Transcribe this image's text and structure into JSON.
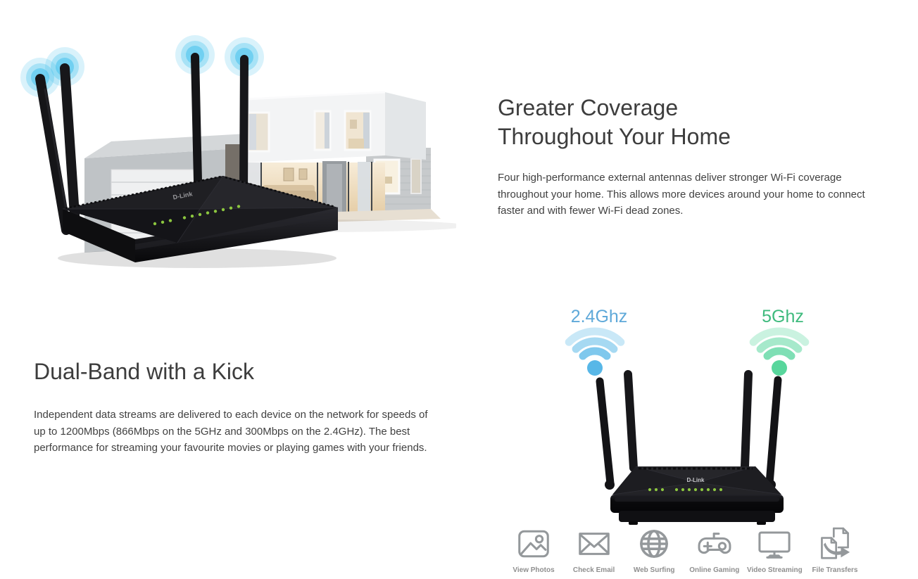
{
  "coverage_section": {
    "heading_line1": "Greater Coverage",
    "heading_line2": "Throughout Your Home",
    "body": "Four high-performance external antennas deliver stronger Wi-Fi coverage throughout your home. This allows more devices around your home to connect faster and with fewer Wi-Fi dead zones."
  },
  "dualband_section": {
    "heading": "Dual-Band with a Kick",
    "body": "Independent data streams are delivered to each device on the network for speeds of up to 1200Mbps (866Mbps on the 5GHz and 300Mbps on the 2.4GHz). The best performance for streaming your favourite movies or playing games with your friends.",
    "band_24_label": "2.4Ghz",
    "band_5_label": "5Ghz"
  },
  "router": {
    "brand": "D-Link"
  },
  "use_cases": [
    {
      "label": "View Photos",
      "icon": "photo-icon"
    },
    {
      "label": "Check Email",
      "icon": "email-icon"
    },
    {
      "label": "Web Surfing",
      "icon": "globe-icon"
    },
    {
      "label": "Online Gaming",
      "icon": "gamepad-icon"
    },
    {
      "label": "Video Streaming",
      "icon": "monitor-icon"
    },
    {
      "label": "File Transfers",
      "icon": "file-transfer-icon"
    }
  ],
  "colors": {
    "heading_text": "#3d3d3d",
    "body_text": "#414141",
    "band_24_blue": "#5fa9d9",
    "band_5_green": "#3eba7d",
    "wifi_blue": "#4db3e6",
    "wifi_green": "#4ed398",
    "antenna_glow_blue": "#3fc0ec",
    "led_green": "#8cc63f",
    "icon_grey": "#94989b",
    "icon_label_grey": "#8f8f8f"
  }
}
